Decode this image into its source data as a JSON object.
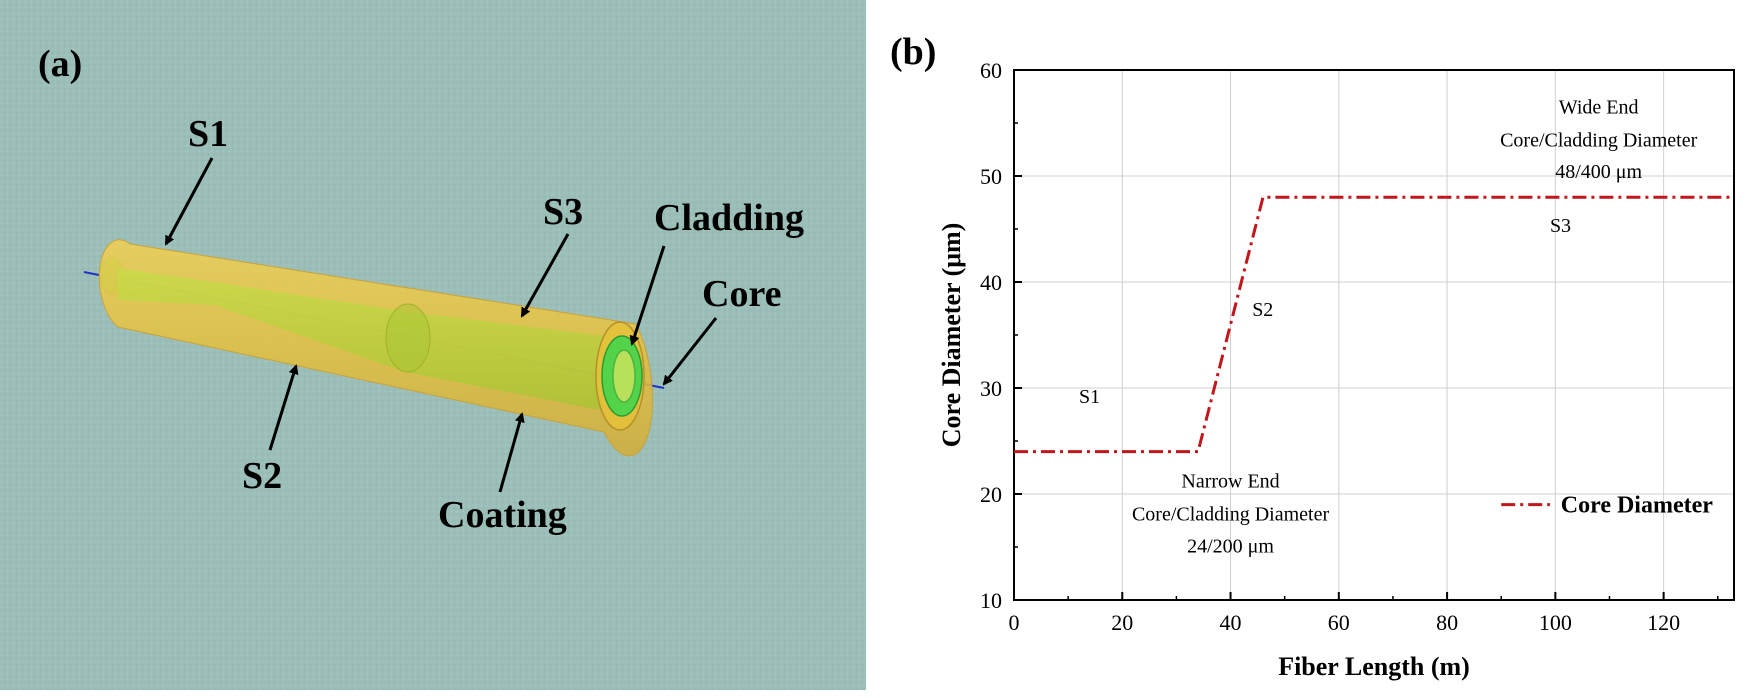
{
  "panel_a": {
    "panel_label": "(a)",
    "labels": {
      "s1": "S1",
      "s2": "S2",
      "s3": "S3",
      "cladding": "Cladding",
      "core": "Core",
      "coating": "Coating"
    },
    "colors": {
      "background": "#9bbfb8",
      "coating": "#e6c23a",
      "cladding": "#b8d33a",
      "core": "#53d34a",
      "axis_line": "#2233cc"
    }
  },
  "chart_data": {
    "type": "line",
    "panel_label": "(b)",
    "xlabel": "Fiber Length (m)",
    "ylabel": "Core Diameter (μm)",
    "xlim": [
      0,
      133
    ],
    "ylim": [
      10,
      60
    ],
    "xticks": [
      "0",
      "20",
      "40",
      "60",
      "80",
      "100",
      "120"
    ],
    "yticks": [
      "10",
      "20",
      "30",
      "40",
      "50",
      "60"
    ],
    "grid": true,
    "legend_position": "bottom-right",
    "series": [
      {
        "name": "Core Diameter",
        "color": "#c0161c",
        "style": "dash-dot",
        "x": [
          0,
          34,
          46,
          133
        ],
        "y": [
          24,
          24,
          48,
          48
        ]
      }
    ],
    "annotations": {
      "s1": "S1",
      "s2": "S2",
      "s3": "S3",
      "narrow_end": [
        "Narrow End",
        "Core/Cladding Diameter",
        "24/200 μm"
      ],
      "wide_end": [
        "Wide End",
        "Core/Cladding Diameter",
        "48/400 μm"
      ]
    }
  }
}
